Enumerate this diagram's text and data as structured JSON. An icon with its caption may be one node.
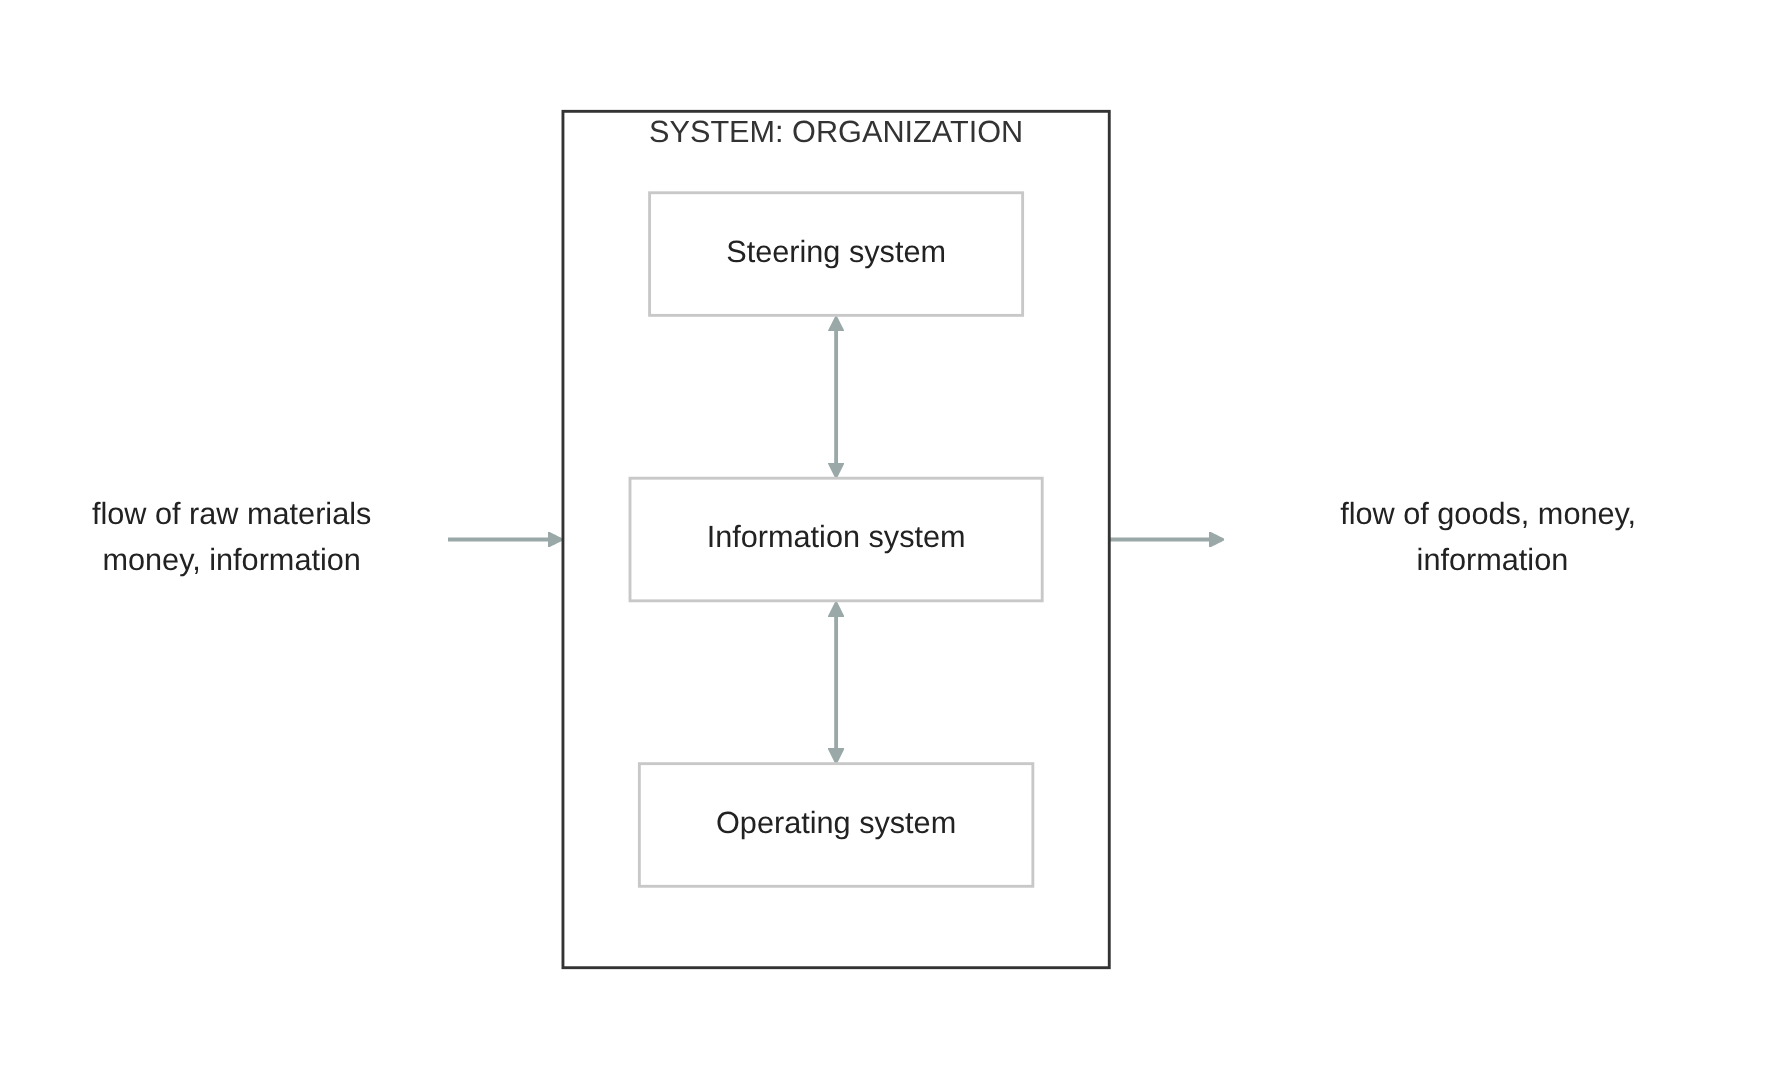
{
  "diagram": {
    "nodes": [
      {
        "text": [
          "flow of raw materials",
          "money, information"
        ]
      },
      {
        "text": [
          "SYSTEM: ORGANIZATION"
        ]
      },
      {
        "text": [
          "Steering system"
        ],
        "in": 1
      },
      {
        "text": [
          "Information system"
        ],
        "in": 1
      },
      {
        "text": [
          "Operating system"
        ],
        "in": 1
      },
      {
        "text": [
          "flow of goods, money, information"
        ]
      }
    ],
    "edges": [
      {
        "from": 0,
        "to": 1,
        "arrow": "to"
      },
      {
        "from": 2,
        "to": 3,
        "arrow": "both"
      },
      {
        "from": 3,
        "to": 4,
        "arrow": "both"
      },
      {
        "from": 1,
        "to": 5,
        "arrow": "to"
      }
    ]
  }
}
